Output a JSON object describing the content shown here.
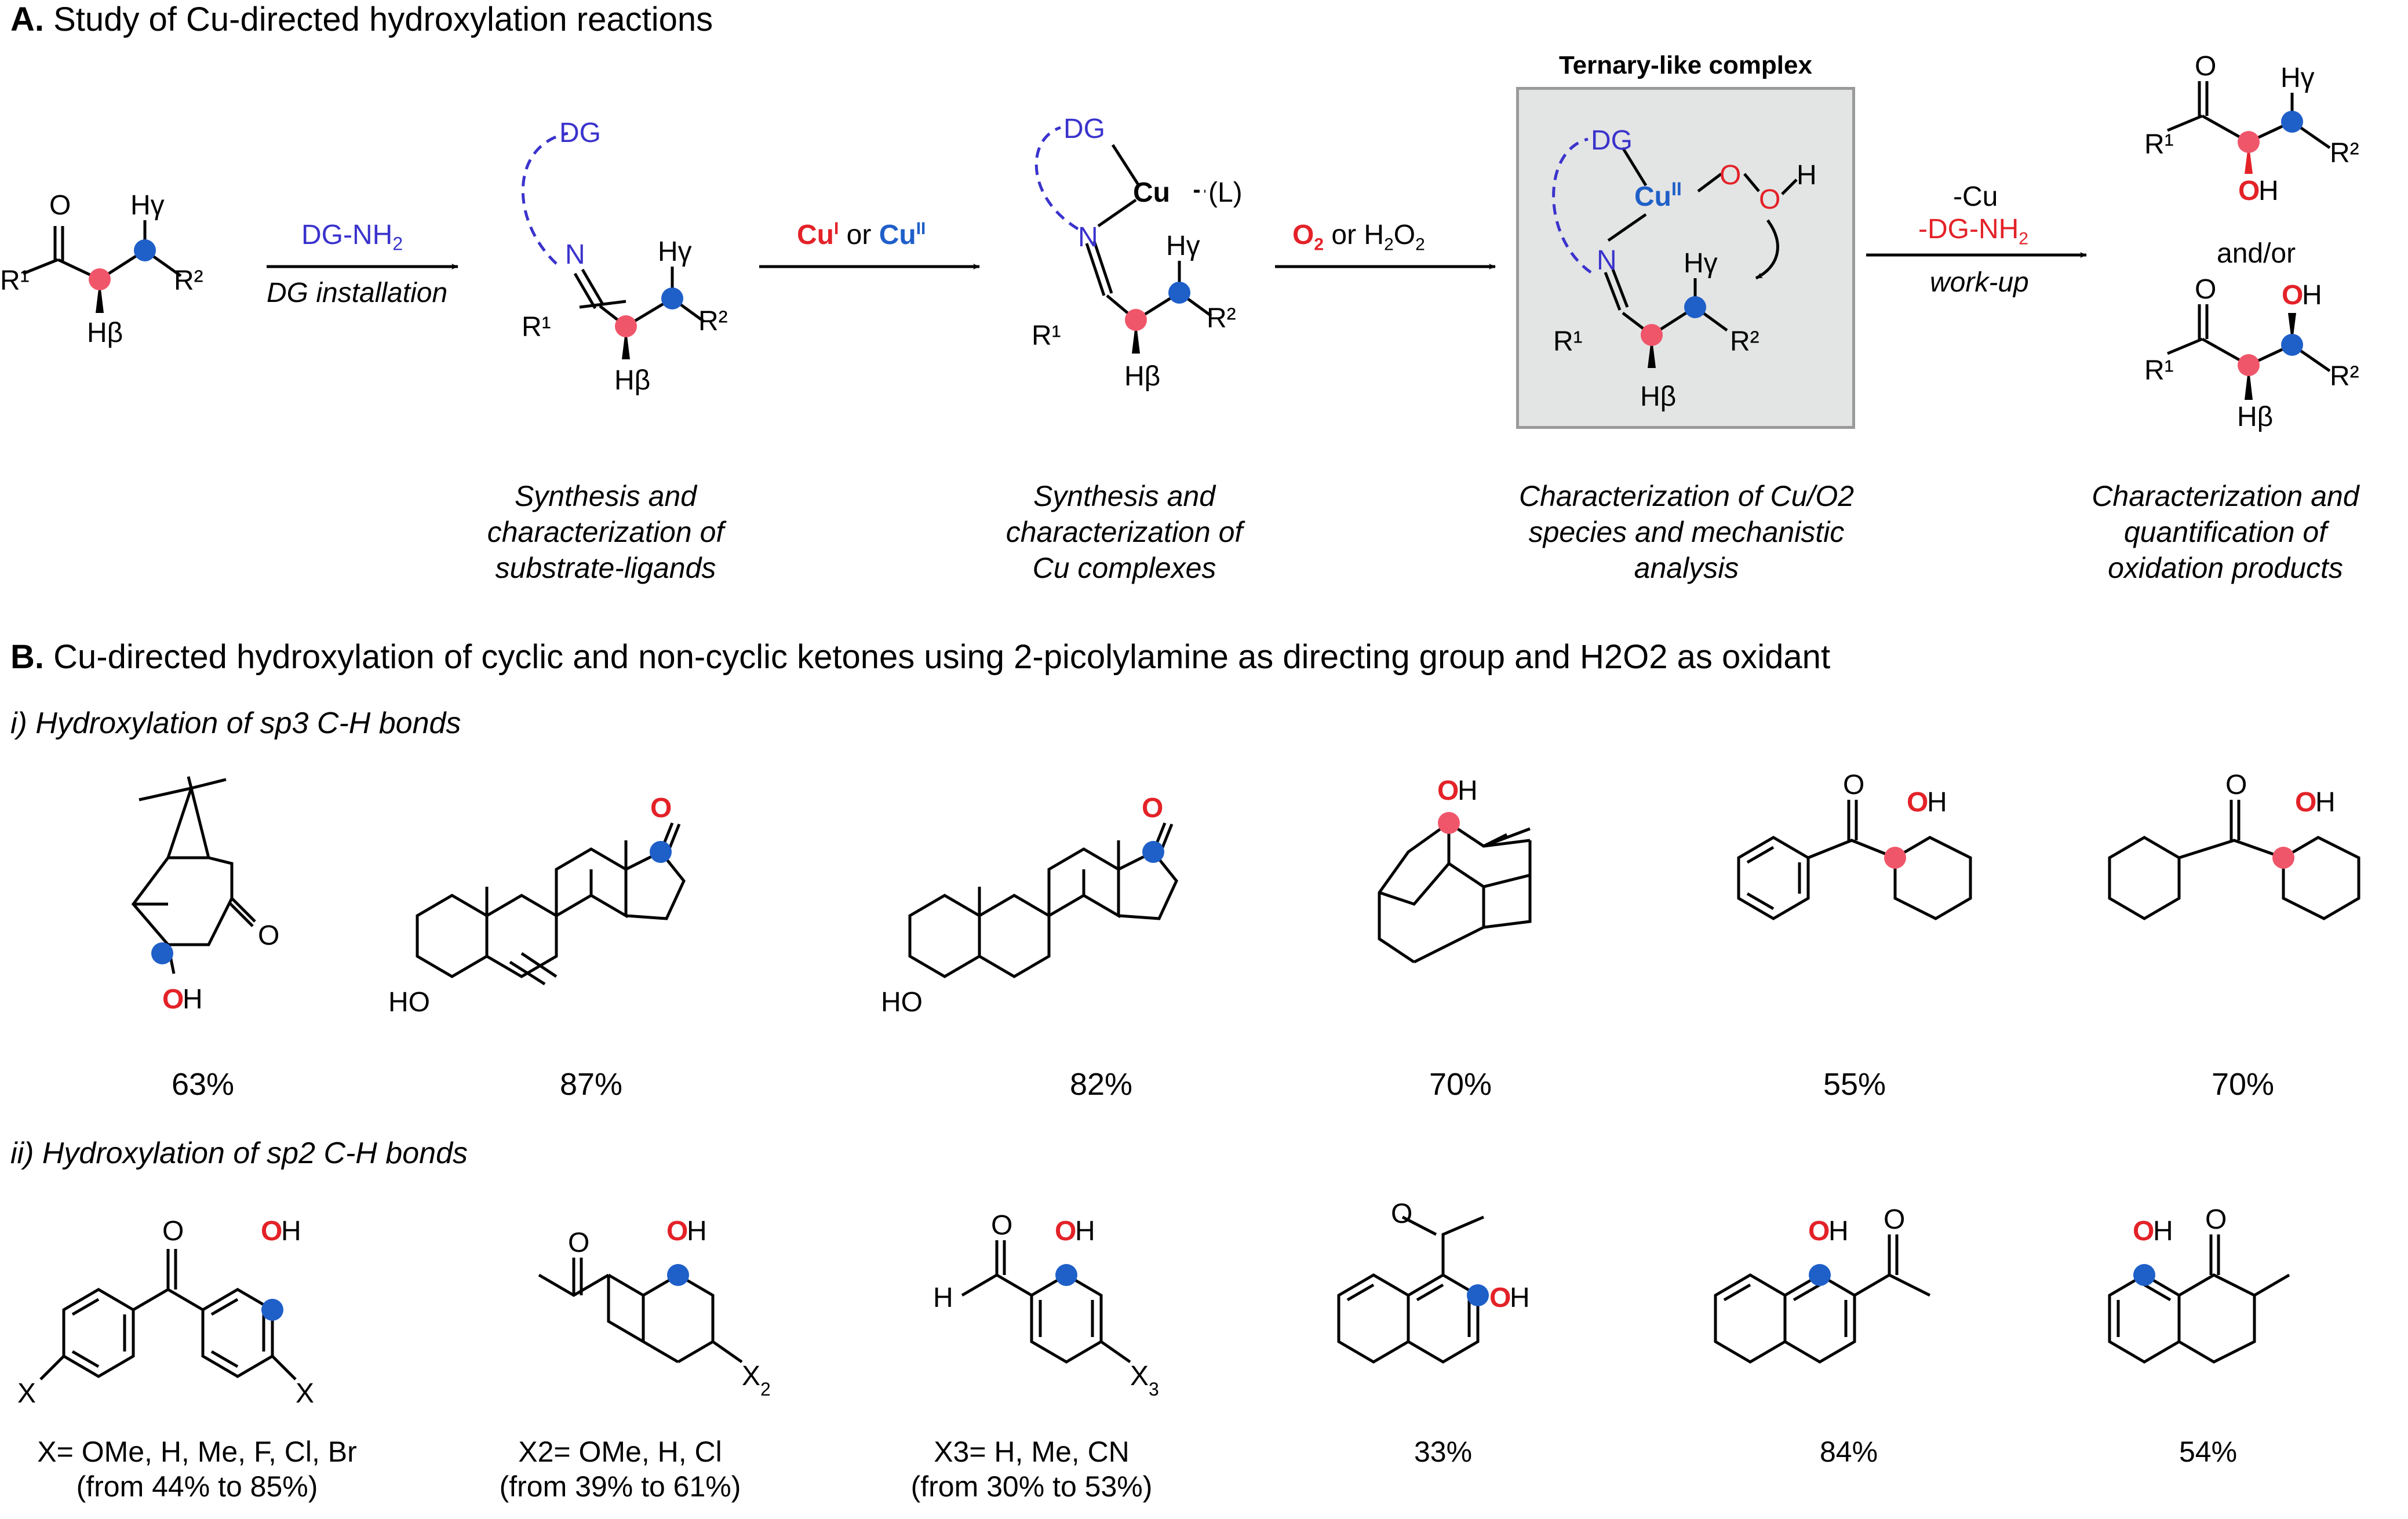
{
  "section_a": {
    "title_prefix": "A.",
    "title": "Study of Cu-directed hydroxylation reactions",
    "arrow1": {
      "above": "DG-NH",
      "above_sub": "2",
      "below": "DG installation"
    },
    "arrow2": {
      "cu1": "Cu",
      "cu1_sup": "I",
      "or": "or",
      "cu2": "Cu",
      "cu2_sup": "II"
    },
    "arrow3": {
      "o2": "O",
      "o2_sub": "2",
      "or": "or H",
      "h2_sub": "2",
      "o": "O",
      "o_sub": "2"
    },
    "arrow4": {
      "above1": "-Cu",
      "above2": "-DG-NH",
      "above2_sub": "2",
      "below": "work-up"
    },
    "box_title": "Ternary-like complex",
    "and_or": "and/or",
    "captions": [
      "Synthesis and characterization of substrate-ligands",
      "Synthesis and characterization of Cu complexes",
      "Characterization of Cu/O2 species and mechanistic analysis",
      "Characterization and quantification of oxidation products"
    ]
  },
  "section_b": {
    "title_prefix": "B.",
    "title": "Cu-directed hydroxylation of cyclic and non-cyclic ketones using 2-picolylamine as directing group and H2O2 as oxidant",
    "sub_i": "i) Hydroxylation of sp3 C-H bonds",
    "sub_ii": "ii) Hydroxylation of sp2 C-H bonds",
    "yields_sp3": [
      "63%",
      "87%",
      "82%",
      "70%",
      "55%",
      "70%"
    ],
    "yields_sp2": [
      {
        "line1": "X= OMe, H, Me, F, Cl, Br",
        "line2": "(from 44% to 85%)"
      },
      {
        "line1": "X2= OMe, H, Cl",
        "line2": "(from 39% to 61%)"
      },
      {
        "line1": "X3= H, Me, CN",
        "line2": "(from 30% to 53%)"
      },
      {
        "line1": "33%",
        "line2": ""
      },
      {
        "line1": "84%",
        "line2": ""
      },
      {
        "line1": "54%",
        "line2": ""
      }
    ]
  },
  "colors": {
    "red": "#e32228",
    "blue": "#1f5fc8",
    "dg": "#3a33cc",
    "box": "#e3e4e4"
  }
}
